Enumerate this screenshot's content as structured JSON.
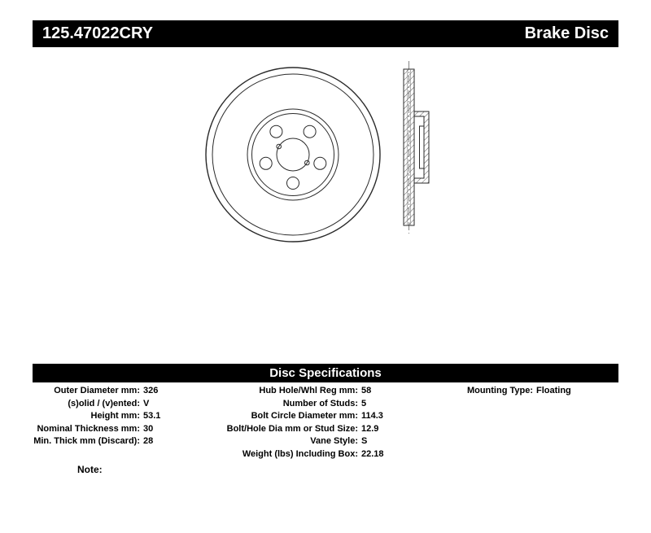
{
  "header": {
    "part_number": "125.47022CRY",
    "product_type": "Brake Disc"
  },
  "spec_header": "Disc Specifications",
  "specs": {
    "left": [
      {
        "label": "Outer Diameter mm:",
        "value": "326"
      },
      {
        "label": "(s)olid / (v)ented:",
        "value": "V"
      },
      {
        "label": "Height mm:",
        "value": "53.1"
      },
      {
        "label": "Nominal Thickness mm:",
        "value": "30"
      },
      {
        "label": "Min. Thick mm (Discard):",
        "value": "28"
      }
    ],
    "middle": [
      {
        "label": "Hub Hole/Whl Reg mm:",
        "value": "58"
      },
      {
        "label": "Number of Studs:",
        "value": "5"
      },
      {
        "label": "Bolt Circle Diameter mm:",
        "value": "114.3"
      },
      {
        "label": "Bolt/Hole Dia mm or Stud Size:",
        "value": "12.9"
      },
      {
        "label": "Vane Style:",
        "value": "S"
      },
      {
        "label": "Weight (lbs) Including Box:",
        "value": "22.18"
      }
    ],
    "right": [
      {
        "label": "Mounting Type:",
        "value": "Floating"
      }
    ]
  },
  "note_label": "Note:",
  "drawing": {
    "front_view": "brake-disc-front-view",
    "side_view": "brake-disc-cross-section"
  },
  "colors": {
    "bar_background": "#000000",
    "bar_text": "#ffffff",
    "drawing_stroke": "#2a2a2a"
  }
}
